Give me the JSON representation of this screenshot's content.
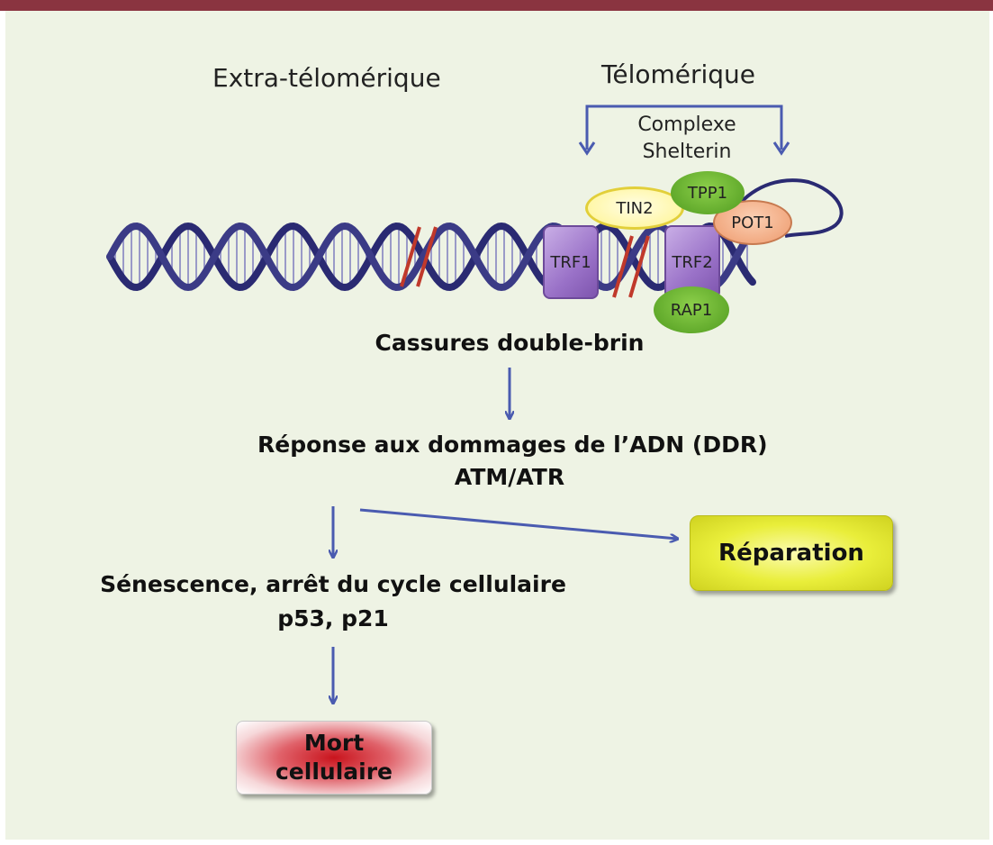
{
  "labels": {
    "extra": "Extra-télomérique",
    "telo": "Télomérique",
    "complex_line1": "Complexe",
    "complex_line2": "Shelterin"
  },
  "proteins": {
    "tin2": "TIN2",
    "tpp1": "TPP1",
    "pot1": "POT1",
    "trf1": "TRF1",
    "trf2": "TRF2",
    "rap1": "RAP1"
  },
  "steps": {
    "breaks": "Cassures double-brin",
    "ddr_line1": "Réponse aux dommages de l’ADN (DDR)",
    "ddr_line2": "ATM/ATR",
    "senescence_line1": "Sénescence, arrêt du cycle cellulaire",
    "senescence_line2": "p53, p21",
    "repair": "Réparation",
    "death_line1": "Mort",
    "death_line2": "cellulaire"
  },
  "colors": {
    "arrow": "#4a5bb0",
    "dna": "#2a2a72",
    "break_mark": "#c0392b",
    "top_bar": "#8a3440",
    "background": "#eef3e4"
  }
}
